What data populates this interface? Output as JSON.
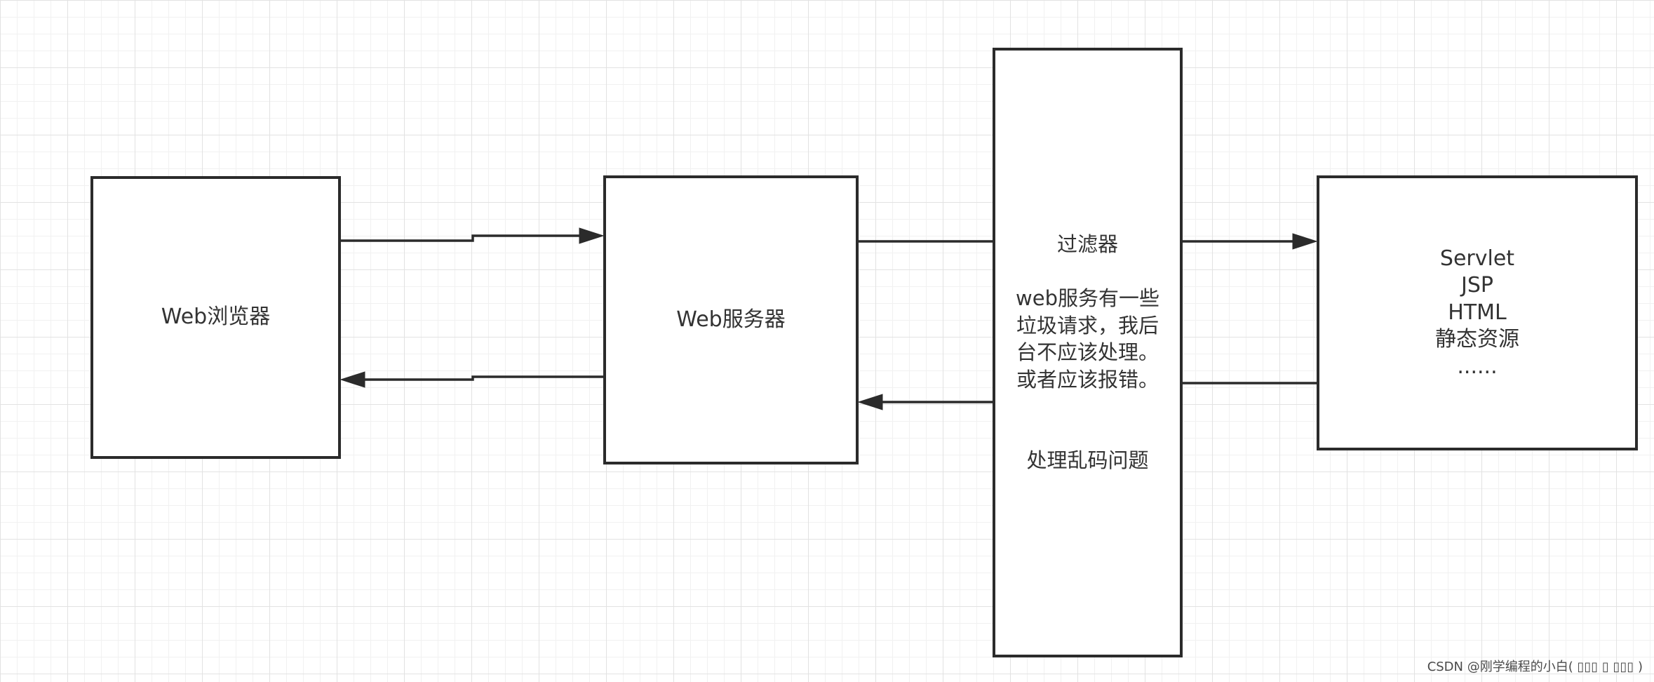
{
  "nodes": {
    "browser": {
      "label": "Web浏览器"
    },
    "server": {
      "label": "Web服务器"
    },
    "filter": {
      "title": "过滤器",
      "desc_lines": [
        "web服务有一些",
        "垃圾请求，我后",
        "台不应该处理。",
        "或者应该报错。"
      ],
      "note": "处理乱码问题"
    },
    "resources": {
      "lines": [
        "Servlet",
        "JSP",
        "HTML",
        "静态资源",
        "......"
      ]
    }
  },
  "watermark": "CSDN @刚学编程的小白( ▯▯▯ ▯ ▯▯▯ )",
  "colors": {
    "stroke": "#2b2b2b",
    "text": "#333333",
    "box_fill": "#ffffff",
    "grid_minor": "#f1f1f1",
    "grid_major": "#e2e2e2"
  }
}
